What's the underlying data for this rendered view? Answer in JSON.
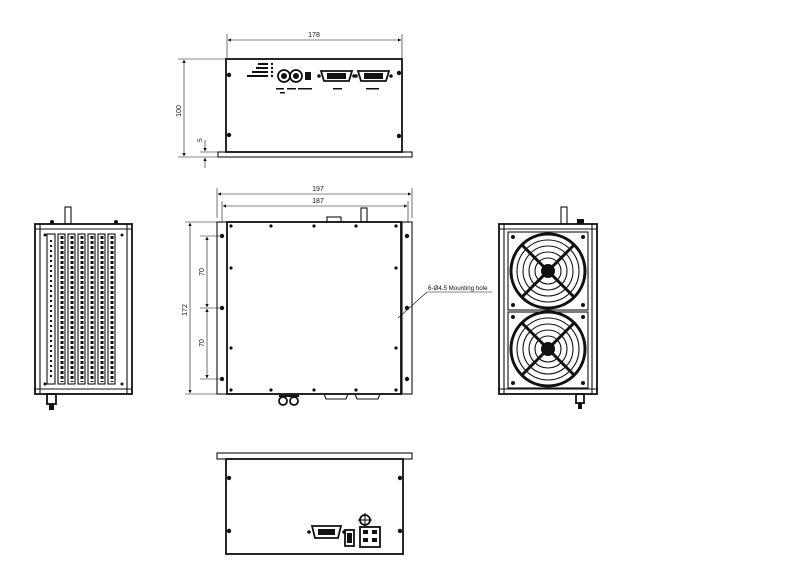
{
  "dimensions": {
    "top_width": "178",
    "top_height": "100",
    "top_flange": "5",
    "front_outer_width": "197",
    "front_inner_width": "187",
    "front_height": "172",
    "hole_spacing_upper": "70",
    "hole_spacing_lower": "70"
  },
  "callouts": {
    "mounting_hole": "6-Ø4.5 Mounting hole"
  },
  "colors": {
    "line": "#111111",
    "background": "#ffffff"
  }
}
